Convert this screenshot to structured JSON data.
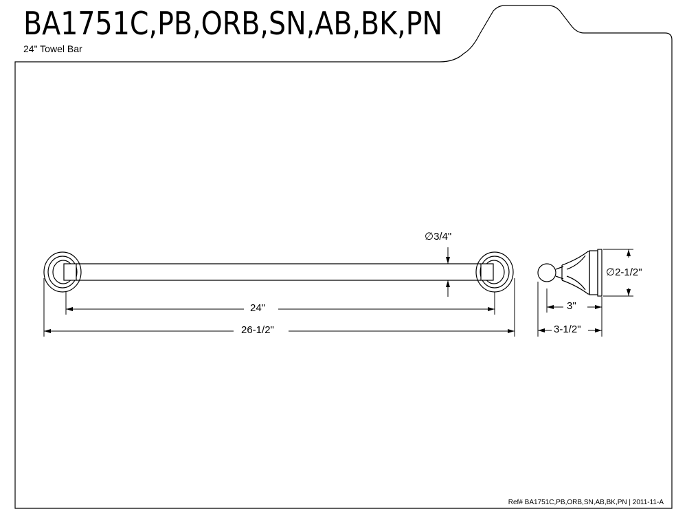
{
  "header": {
    "model_codes": "BA1751C,PB,ORB,SN,AB,BK,PN",
    "product_name": "24\" Towel Bar"
  },
  "dimensions": {
    "bar_diameter": "∅3/4\"",
    "bar_length": "24\"",
    "overall_length": "26-1/2\"",
    "post_diameter": "∅2-1/2\"",
    "projection": "3\"",
    "overall_projection": "3-1/2\""
  },
  "footer": {
    "reference": "Ref# BA1751C,PB,ORB,SN,AB,BK,PN | 2011-11-A"
  },
  "colors": {
    "line": "#000000",
    "background": "#ffffff"
  }
}
